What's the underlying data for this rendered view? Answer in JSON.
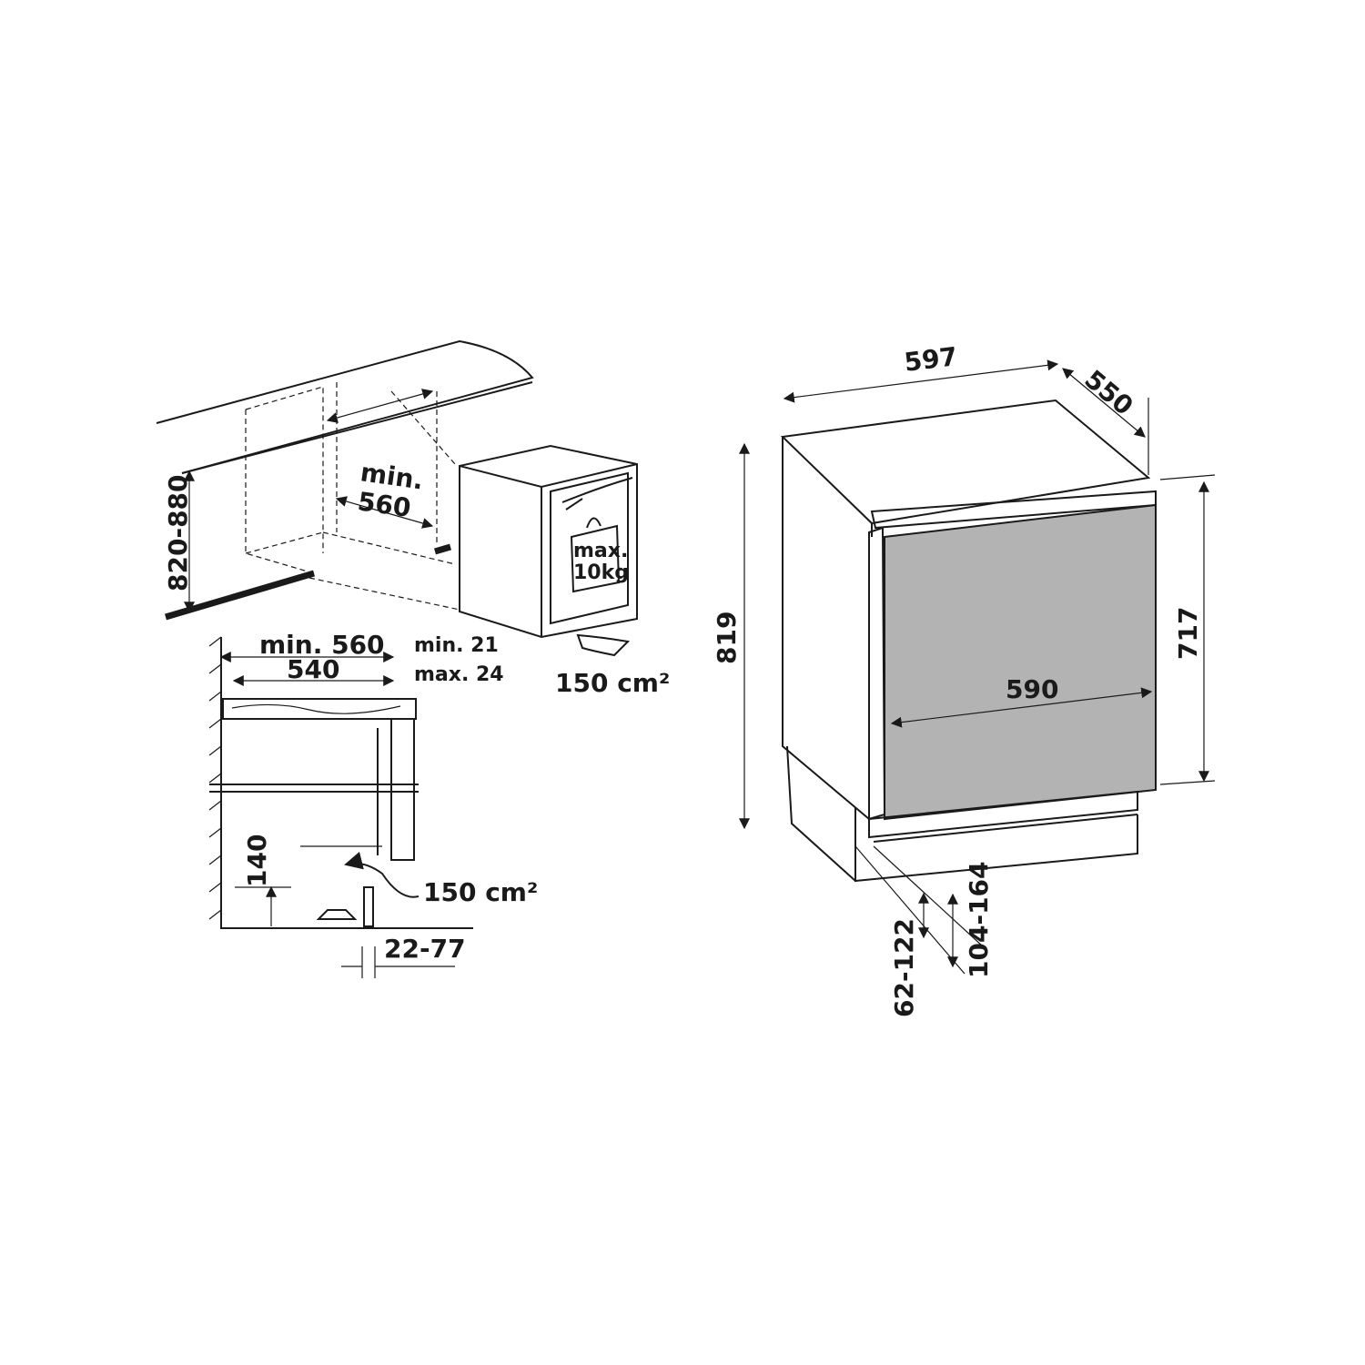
{
  "installation_view": {
    "niche_depth_label_1": "min.",
    "niche_depth_label_2": "560",
    "niche_height_label": "820-880",
    "door_load_label_1": "max.",
    "door_load_label_2": "10kg",
    "airflow_front_label": "150 cm²"
  },
  "section_view": {
    "depth_min_label": "min. 560",
    "depth_label": "540",
    "worktop_min_label": "min. 21",
    "worktop_max_label": "max. 24",
    "plinth_height_label": "140",
    "airflow_label": "150 cm²",
    "plinth_offset_label": "22-77"
  },
  "appliance_view": {
    "width_label": "597",
    "depth_label": "550",
    "height_label": "819",
    "door_height_label": "717",
    "door_width_label": "590",
    "plinth_range_1_label": "62-122",
    "plinth_range_2_label": "104-164"
  },
  "colors": {
    "line": "#1a1a1a",
    "door_panel": "#b3b3b3",
    "background": "#ffffff"
  }
}
